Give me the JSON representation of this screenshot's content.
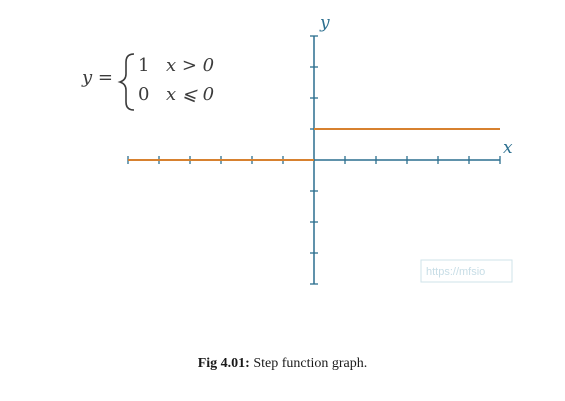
{
  "chart_data": {
    "type": "line",
    "title": "",
    "xlabel": "x",
    "ylabel": "y",
    "xlim": [
      -6,
      6
    ],
    "ylim": [
      -4,
      4
    ],
    "axis_color": "#2c6f8f",
    "series_color": "#d7812f",
    "series": [
      {
        "x": [
          -6,
          0
        ],
        "y": [
          0,
          0
        ]
      },
      {
        "x": [
          0,
          6
        ],
        "y": [
          1,
          1
        ]
      }
    ]
  },
  "formula": {
    "lhs": "y =",
    "cases": [
      {
        "value": "1",
        "condition": "x > 0"
      },
      {
        "value": "0",
        "condition": "x ⩽ 0"
      }
    ]
  },
  "watermark": "https://mfsio",
  "caption": {
    "label": "Fig 4.01:",
    "text": " Step function graph."
  }
}
